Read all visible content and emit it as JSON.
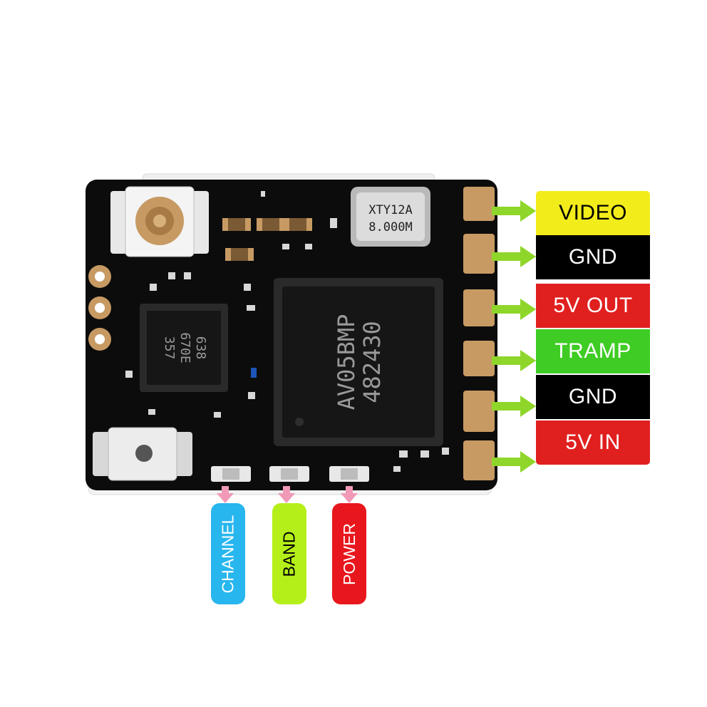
{
  "chips": {
    "crystal_line1": "XTY12A",
    "crystal_line2": "8.000M",
    "main_line1": "AV05BMP",
    "main_line2": "482430",
    "small_line1": "638",
    "small_line2": "670E",
    "small_line3": "357"
  },
  "pins": [
    {
      "label": "VIDEO",
      "bg": "#f2ec1b",
      "fg": "#000000"
    },
    {
      "label": "GND",
      "bg": "#000000",
      "fg": "#ffffff"
    },
    {
      "label": "5V OUT",
      "bg": "#e0201f",
      "fg": "#ffffff"
    },
    {
      "label": "TRAMP",
      "bg": "#3fcc24",
      "fg": "#ffffff"
    },
    {
      "label": "GND",
      "bg": "#000000",
      "fg": "#ffffff"
    },
    {
      "label": "5V IN",
      "bg": "#e0201f",
      "fg": "#ffffff"
    }
  ],
  "leds": [
    {
      "label": "CHANNEL",
      "bg": "#27b6ee",
      "fg": "#ffffff"
    },
    {
      "label": "BAND",
      "bg": "#b5ef1a",
      "fg": "#000000"
    },
    {
      "label": "POWER",
      "bg": "#e8171d",
      "fg": "#ffffff"
    }
  ],
  "colors": {
    "board": "#0c0c0c",
    "copper": "#c79a63",
    "pin_arrow": "#8fd62a",
    "led_arrow": "#f09ab8"
  }
}
